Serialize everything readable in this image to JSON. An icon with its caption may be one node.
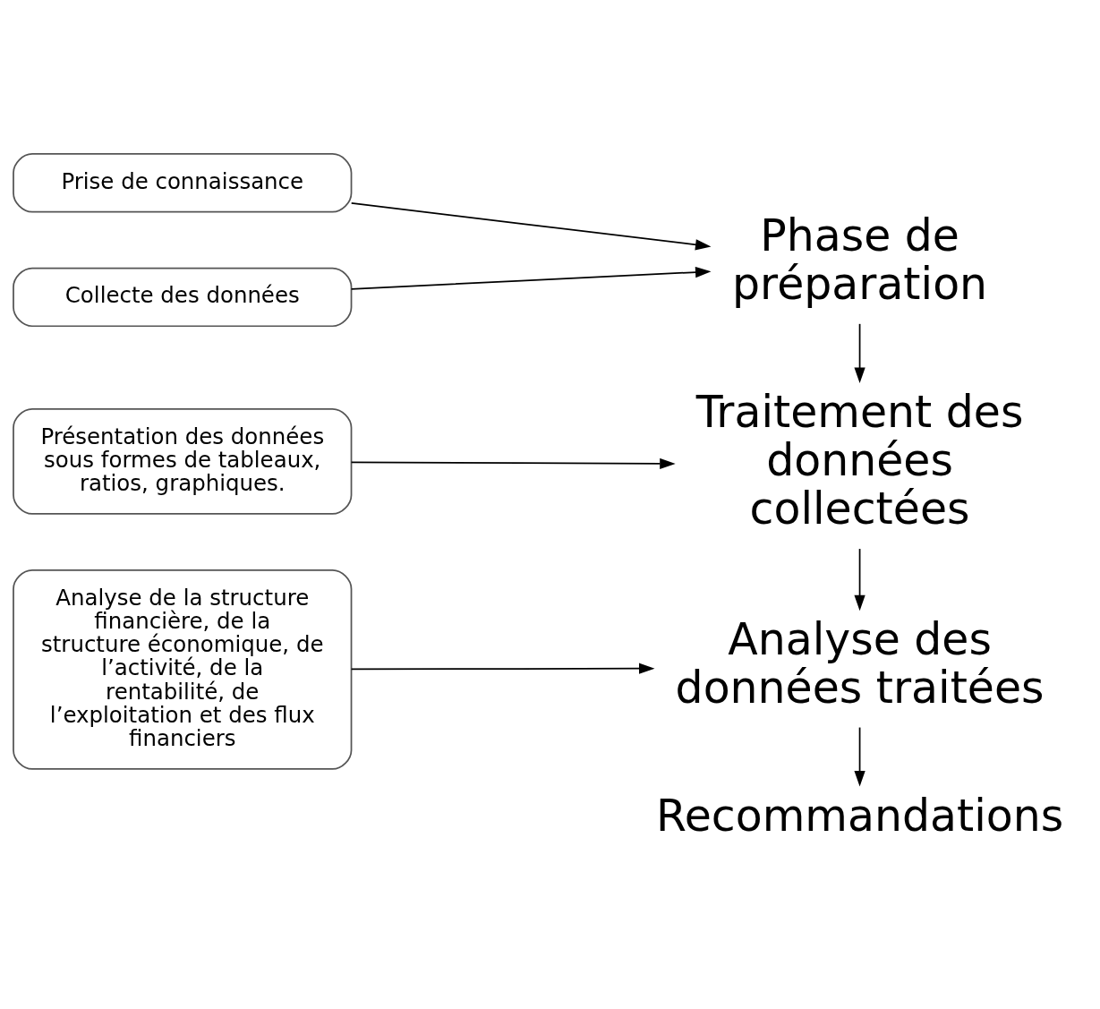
{
  "diagram": {
    "nodes": [
      {
        "text": [
          "Prise de connaissance"
        ]
      },
      {
        "text": [
          "Collecte des données"
        ]
      },
      {
        "text": [
          "Présentation des données sous formes de tableaux, ratios, graphiques."
        ]
      },
      {
        "text": [
          "Analyse de la structure financière, de la structure économique, de l’activité, de la rentabilité, de l’exploitation et des flux financiers"
        ]
      },
      {
        "text": [
          "Phase de préparation"
        ]
      },
      {
        "text": [
          "Traitement des données collectées"
        ]
      },
      {
        "text": [
          "Analyse des données traitées"
        ]
      },
      {
        "text": [
          "Recommandations"
        ]
      }
    ],
    "edges": [
      {
        "from": 0,
        "to": 4,
        "arrow": "to"
      },
      {
        "from": 1,
        "to": 4,
        "arrow": "to"
      },
      {
        "from": 2,
        "to": 5,
        "arrow": "to"
      },
      {
        "from": 3,
        "to": 6,
        "arrow": "to"
      },
      {
        "from": 4,
        "to": 5,
        "arrow": "to"
      },
      {
        "from": 5,
        "to": 6,
        "arrow": "to"
      },
      {
        "from": 6,
        "to": 7,
        "arrow": "to"
      }
    ]
  }
}
